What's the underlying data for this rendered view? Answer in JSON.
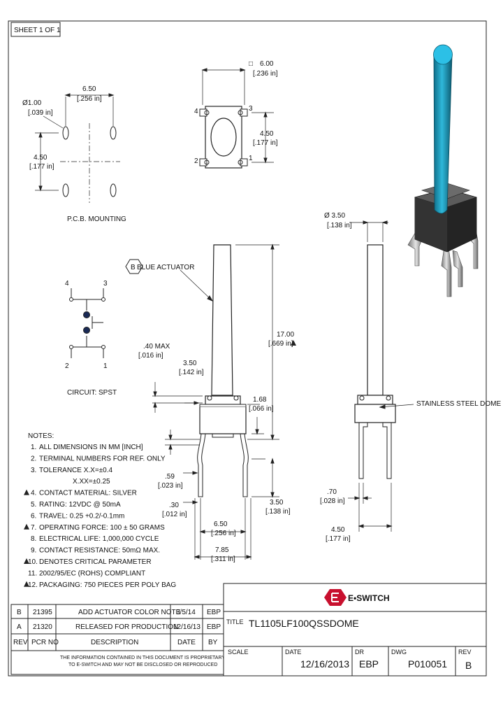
{
  "sheet": "SHEET 1 OF 1",
  "top_view": {
    "size_mm": "6.00",
    "size_in": "[.236 in]",
    "spacing_mm": "4.50",
    "spacing_in": "[.177 in]",
    "pins": [
      "4",
      "3",
      "2",
      "1"
    ],
    "square_symbol": "□"
  },
  "pcb": {
    "hole_mm": "Ø1.00",
    "hole_in": "[.039 in]",
    "pitch_mm": "6.50",
    "pitch_in": "[.256 in]",
    "row_mm": "4.50",
    "row_in": "[.177 in]",
    "caption": "P.C.B. MOUNTING"
  },
  "circuit": {
    "pins": [
      "4",
      "3",
      "2",
      "1"
    ],
    "caption": "CIRCUIT: SPST"
  },
  "front_view": {
    "actuator_tag": "B",
    "actuator_label": "BLUE ACTUATOR",
    "height_mm": "17.00",
    "height_in": "[.669 in]",
    "width_mm": "3.50",
    "width_in": "[.142 in]",
    "travel_mm": ".40  MAX",
    "travel_in": "[.016 in]",
    "base_mm": "1.68",
    "base_in": "[.066 in]",
    "lead_mm": ".59",
    "lead_in": "[.023 in]",
    "thick_mm": ".30",
    "thick_in": "[.012 in]",
    "leg_mm": "3.50",
    "leg_in": "[.138 in]",
    "pitch_mm": "6.50",
    "pitch_in": "[.256 in]",
    "overall_mm": "7.85",
    "overall_in": "[.311 in]"
  },
  "side_view": {
    "dia_mm": "Ø  3.50",
    "dia_in": "[.138 in]",
    "dome_label": "STAINLESS STEEL DOME",
    "pin_mm": ".70",
    "pin_in": "[.028 in]",
    "pitch_mm": "4.50",
    "pitch_in": "[.177 in]"
  },
  "notes": {
    "title": "NOTES:",
    "items": [
      {
        "num": "1.",
        "text": "ALL DIMENSIONS IN MM [INCH]"
      },
      {
        "num": "2.",
        "text": "TERMINAL NUMBERS FOR REF. ONLY"
      },
      {
        "num": "3.",
        "text": "TOLERANCE  X.X=±0.4"
      },
      {
        "num": "",
        "text": "X.XX=±0.25"
      },
      {
        "num": "4.",
        "text": "CONTACT MATERIAL: SILVER"
      },
      {
        "num": "5.",
        "text": "RATING: 12VDC @ 50mA"
      },
      {
        "num": "6.",
        "text": "TRAVEL: 0.25 +0.2/-0.1mm"
      },
      {
        "num": "7.",
        "text": "OPERATING FORCE: 100 ± 50 GRAMS"
      },
      {
        "num": "8.",
        "text": "ELECTRICAL LIFE: 1,000,000 CYCLE"
      },
      {
        "num": "9.",
        "text": "CONTACT RESISTANCE: 50mΩ  MAX."
      },
      {
        "num": "10.",
        "text": "DENOTES CRITICAL PARAMETER"
      },
      {
        "num": "11.",
        "text": "2002/95/EC (ROHS) COMPLIANT"
      },
      {
        "num": "12.",
        "text": "PACKAGING: 750 PIECES PER POLY BAG"
      }
    ]
  },
  "revisions": {
    "rows": [
      {
        "rev": "B",
        "pcr": "21395",
        "desc": "ADD ACTUATOR COLOR NOTE",
        "date": "3/5/14",
        "by": "EBP"
      },
      {
        "rev": "A",
        "pcr": "21320",
        "desc": "RELEASED FOR PRODUCTION",
        "date": "12/16/13",
        "by": "EBP"
      }
    ],
    "headers": {
      "rev": "REV",
      "pcr": "PCR NO",
      "desc": "DESCRIPTION",
      "date": "DATE",
      "by": "BY"
    },
    "disclaimer_1": "THE INFORMATION CONTAINED IN THIS DOCUMENT IS PROPRIETARY",
    "disclaimer_2": "TO E-SWITCH AND MAY NOT BE DISCLOSED OR REPRODUCED"
  },
  "title_block": {
    "brand": "E•SWITCH",
    "title_label": "TITLE",
    "title": "TL1105LF100QSSDOME",
    "scale_label": "SCALE",
    "date_label": "DATE",
    "date": "12/16/2013",
    "dr_label": "DR",
    "dr": "EBP",
    "dwg_label": "DWG",
    "dwg": "P010051",
    "rev_label": "REV",
    "rev": "B"
  },
  "colors": {
    "actuator": "#1ea4c8",
    "body": "#2e2e2e",
    "brand": "#c8102e"
  }
}
